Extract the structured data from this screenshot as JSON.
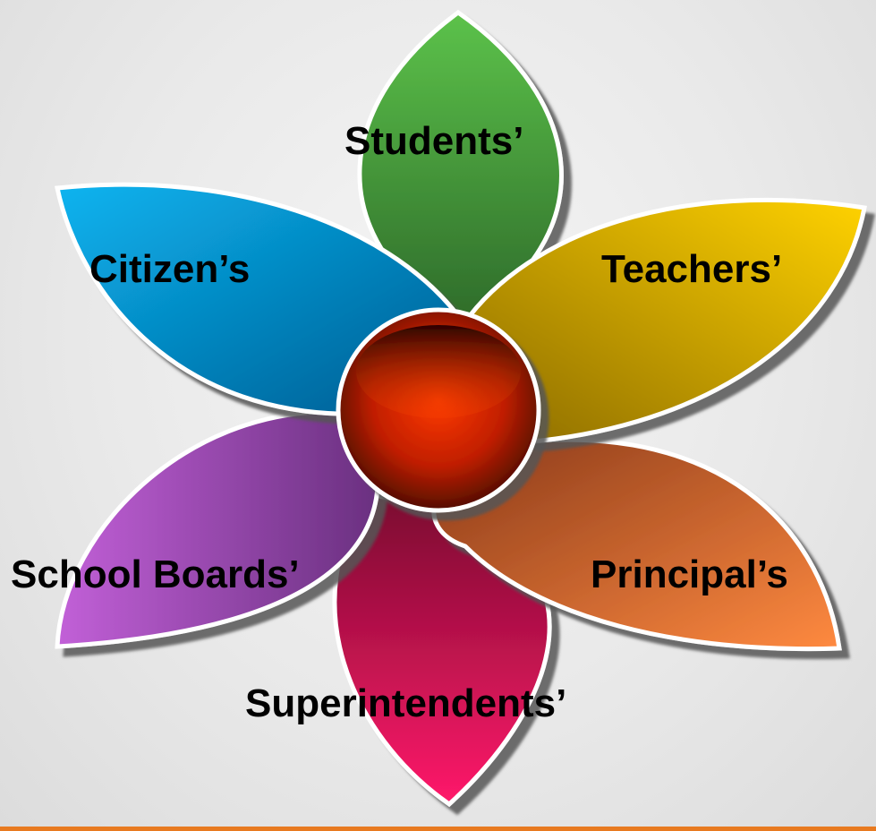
{
  "diagram": {
    "labels": {
      "students": "Students’",
      "teachers": "Teachers’",
      "principals": "Principal’s",
      "superintendents": "Superintendents’",
      "school_boards": "School Boards’",
      "citizens": "Citizen’s"
    },
    "colors": {
      "students": "#4f9a3a",
      "teachers": "#e0b400",
      "principals": "#e2783a",
      "superintendents": "#d41a5e",
      "school_boards": "#9c4fb0",
      "citizens": "#0a9ad6",
      "center": "#c02000",
      "bottom_bar": "#e87a20"
    }
  }
}
